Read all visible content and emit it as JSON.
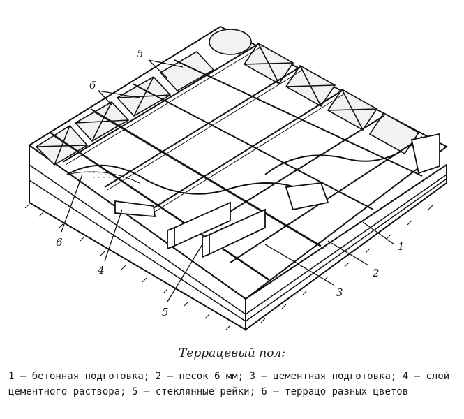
{
  "callouts": {
    "c1": "1",
    "c2": "2",
    "c3": "3",
    "c4": "4",
    "c5_top": "5",
    "c5_bottom": "5",
    "c6_top": "6",
    "c6_left": "6"
  },
  "caption": {
    "title": "Террацевый пол:",
    "legend": "1 — бетонная подготовка; 2 — песок 6 мм; 3 — цементная подготовка; 4 — слой цементного раствора; 5 — стеклянные рейки; 6 — террацо разных цветов"
  }
}
